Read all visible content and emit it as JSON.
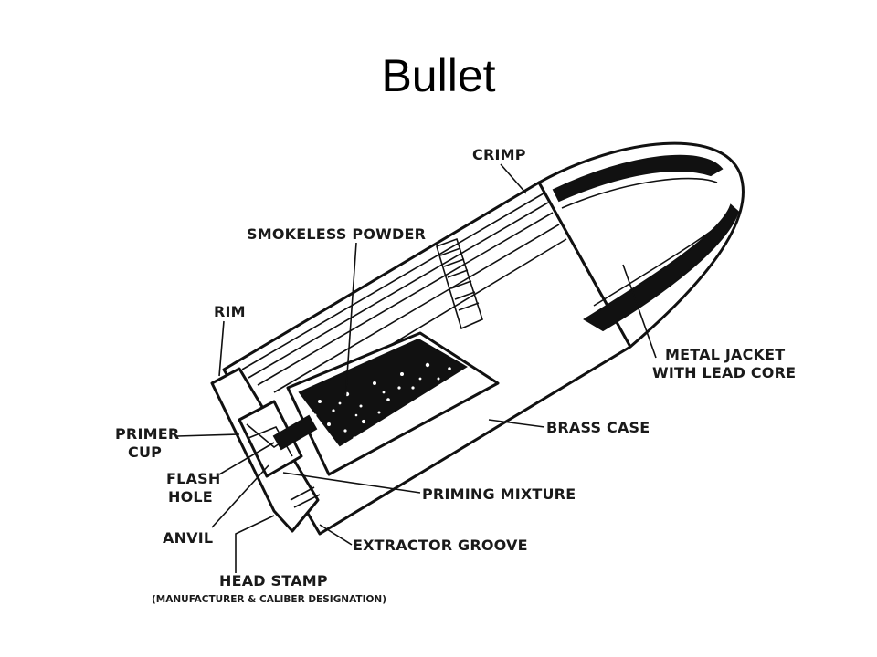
{
  "title": "Bullet",
  "labels": {
    "crimp": "CRIMP",
    "smokeless_powder": "SMOKELESS POWDER",
    "rim": "RIM",
    "metal_jacket_1": "METAL JACKET",
    "metal_jacket_2": "WITH LEAD CORE",
    "brass_case": "BRASS CASE",
    "primer_cup_1": "PRIMER",
    "primer_cup_2": "CUP",
    "flash_hole_1": "FLASH",
    "flash_hole_2": "HOLE",
    "priming_mixture": "PRIMING MIXTURE",
    "anvil": "ANVIL",
    "extractor_groove": "EXTRACTOR GROOVE",
    "head_stamp": "HEAD STAMP",
    "head_stamp_note": "(MANUFACTURER & CALIBER DESIGNATION)"
  }
}
